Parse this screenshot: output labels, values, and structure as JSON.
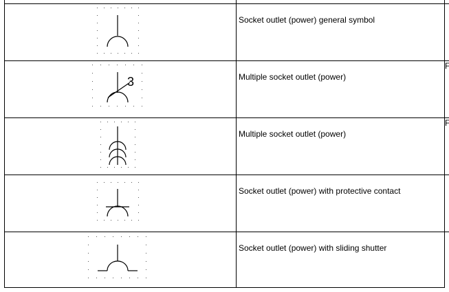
{
  "rows": [
    {
      "symbol_icon": "socket-outlet-general-icon",
      "description": "Socket outlet (power) general symbol"
    },
    {
      "symbol_icon": "multiple-socket-outlet-numbered-icon",
      "symbol_number": "3",
      "description": "Multiple socket outlet (power)"
    },
    {
      "symbol_icon": "multiple-socket-outlet-stacked-icon",
      "description": "Multiple socket outlet (power)"
    },
    {
      "symbol_icon": "socket-outlet-protective-contact-icon",
      "description": "Socket outlet (power) with protective contact"
    },
    {
      "symbol_icon": "socket-outlet-sliding-shutter-icon",
      "description": "Socket outlet (power) with sliding shutter"
    }
  ],
  "edge_marks": [
    "F",
    "F"
  ]
}
